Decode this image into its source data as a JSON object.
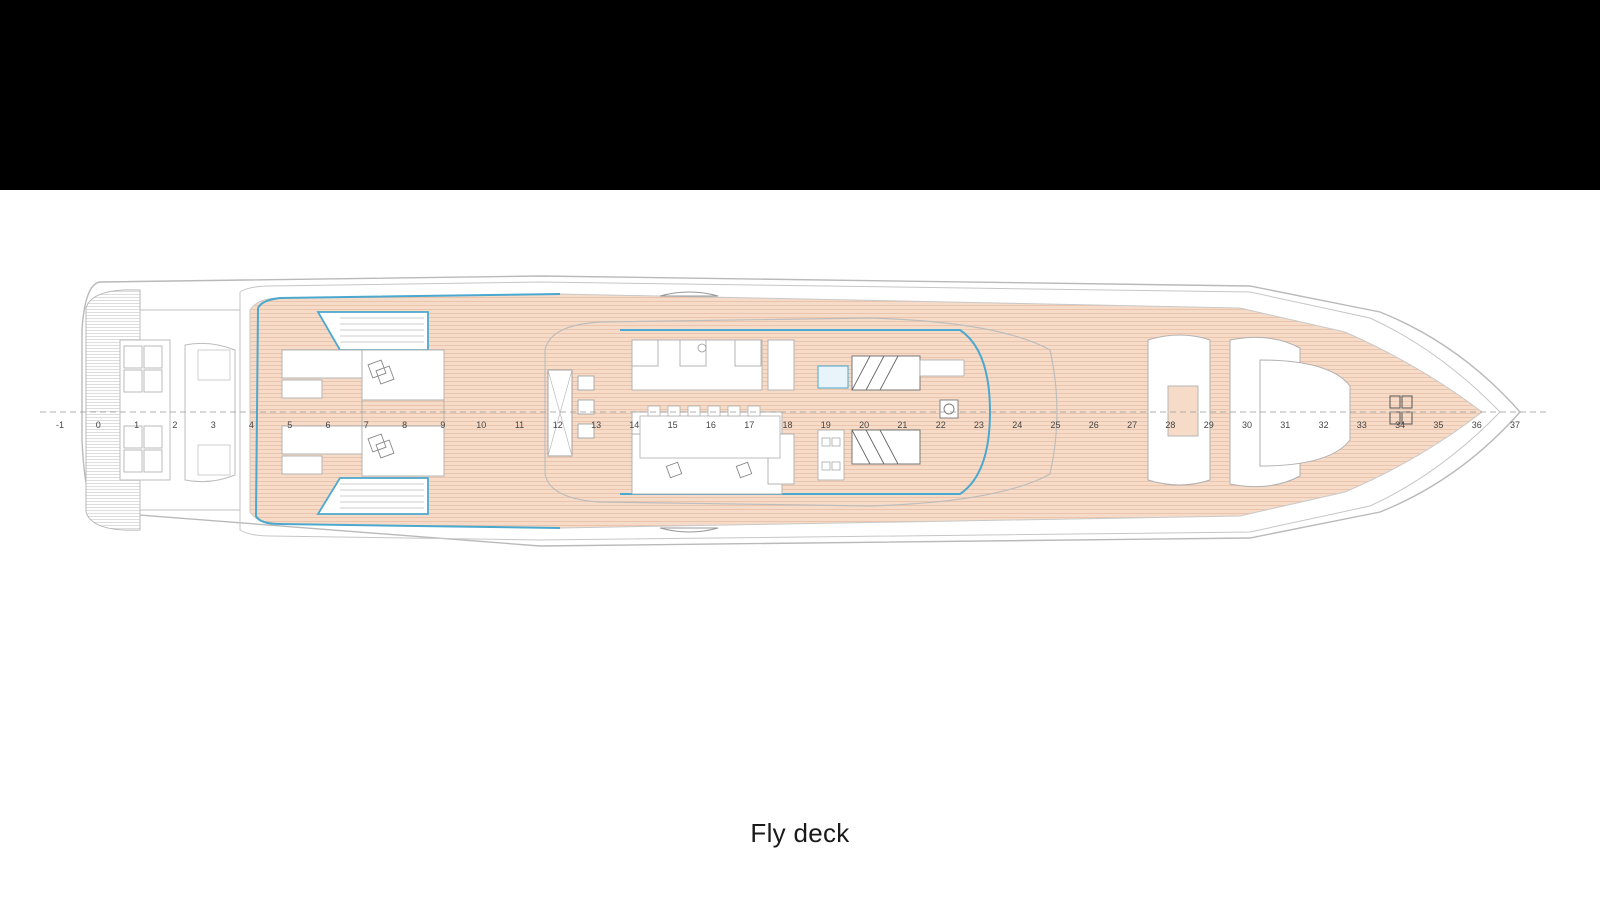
{
  "caption": "Fly deck",
  "frame_numbers": [
    "-1",
    "0",
    "1",
    "2",
    "3",
    "4",
    "5",
    "6",
    "7",
    "8",
    "9",
    "10",
    "11",
    "12",
    "13",
    "14",
    "15",
    "16",
    "17",
    "18",
    "19",
    "20",
    "21",
    "22",
    "23",
    "24",
    "25",
    "26",
    "27",
    "28",
    "29",
    "30",
    "31",
    "32",
    "33",
    "34",
    "35",
    "36",
    "37"
  ],
  "colors": {
    "band": "#000000",
    "background": "#ffffff",
    "teak": "#f6dcc8",
    "outline": "#b9b9b9",
    "accent_blue": "#4ba8cf"
  },
  "icons": [
    "helm-seat-icon",
    "deck-chair-icon",
    "staircase-icon",
    "bar-stool-icon"
  ]
}
